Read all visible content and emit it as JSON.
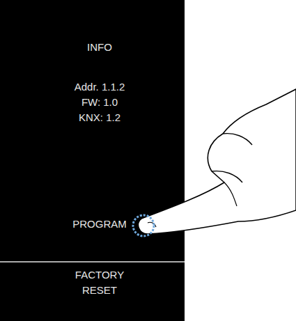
{
  "diagram": {
    "nodes": [
      {
        "text": [
          "INFO",
          "Addr. 1.1.2",
          "FW: 1.0",
          "KNX: 1.2",
          "PROGRAM",
          "FACTORY RESET"
        ]
      }
    ]
  }
}
